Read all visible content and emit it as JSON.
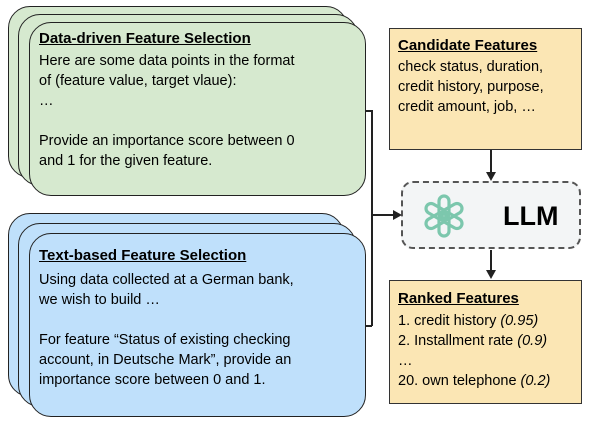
{
  "data_driven": {
    "title": "Data-driven Feature Selection",
    "lines": [
      "Here are some data points in the format",
      "of (feature value, target vlaue):",
      "…",
      "",
      "Provide an importance score between 0",
      "and 1 for the given feature."
    ]
  },
  "text_based": {
    "title": "Text-based Feature Selection",
    "lines": [
      "Using data collected at a German bank,",
      "we wish to build …",
      "",
      "For feature “Status of existing checking",
      "account, in Deutsche Mark”, provide an",
      "importance score between 0 and 1."
    ]
  },
  "candidate": {
    "title": "Candidate Features",
    "lines": [
      "check status, duration,",
      "credit history, purpose,",
      "credit amount, job, …"
    ]
  },
  "llm": {
    "label": "LLM",
    "icon": "openai-logo-icon",
    "icon_color": "#7cc7ad"
  },
  "ranked": {
    "title": "Ranked Features",
    "items": [
      {
        "label": "1. credit history ",
        "score": "(0.95)"
      },
      {
        "label": "2. Installment rate ",
        "score": "(0.9)"
      },
      {
        "label": "…",
        "score": ""
      },
      {
        "label": "20. own telephone ",
        "score": "(0.2)"
      }
    ]
  },
  "colors": {
    "green_box": "#d6e9cf",
    "blue_box": "#bfe0fb",
    "tan_box": "#fbe6b4"
  }
}
